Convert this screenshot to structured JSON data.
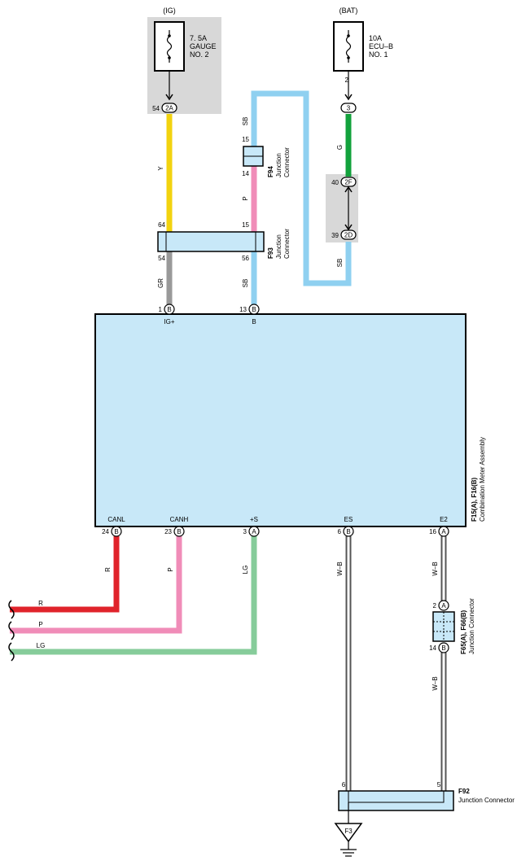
{
  "power_sources": {
    "ig": {
      "label": "(IG)",
      "fuse_line1": "7. 5A",
      "fuse_line2": "GAUGE",
      "fuse_line3": "NO. 2"
    },
    "bat": {
      "label": "(BAT)",
      "fuse_line1": "10A",
      "fuse_line2": "ECU–B",
      "fuse_line3": "NO. 1"
    }
  },
  "pins": {
    "ig_fuse_out_num": "54",
    "ig_fuse_out_id": "2A",
    "bat_fuse_pin": "2",
    "bat_out_id": "3",
    "jc_2f_num": "40",
    "jc_2f_id": "2F",
    "jc_2d_num": "39",
    "jc_2d_id": "2D",
    "f94_top": "15",
    "f94_bottom": "14",
    "f93_in_left": "64",
    "f93_in_right": "15",
    "f93_out_left": "54",
    "f93_out_right": "56",
    "meter_ig_num": "1",
    "meter_ig_id": "B",
    "meter_b_num": "13",
    "meter_b_id": "B",
    "canl_num": "24",
    "canl_id": "B",
    "canh_num": "23",
    "canh_id": "B",
    "s_num": "3",
    "s_id": "A",
    "es_num": "6",
    "es_id": "B",
    "e2_num": "16",
    "e2_id": "A",
    "f65_top_num": "2",
    "f65_top_id": "A",
    "f65_bot_num": "14",
    "f65_bot_id": "B",
    "f92_left": "6",
    "f92_right": "5"
  },
  "wires": {
    "sb_top": "SB",
    "g": "G",
    "sb_bat": "SB",
    "y": "Y",
    "p_mid": "P",
    "gr": "GR",
    "sb_low": "SB",
    "r": "R",
    "p_can": "P",
    "lg": "LG",
    "wb_es": "W–B",
    "wb_e2": "W–B",
    "wb_e2_low": "W–B",
    "left_r": "R",
    "left_p": "P",
    "left_lg": "LG"
  },
  "meter": {
    "ig_label": "IG+",
    "b_label": "B",
    "canl": "CANL",
    "canh": "CANH",
    "s": "+S",
    "es": "ES",
    "e2": "E2",
    "id": "F15(A), F16(B)",
    "name": "Combination Meter Assembly"
  },
  "connectors": {
    "f94_id": "F94",
    "f94_name1": "Junction",
    "f94_name2": "Connector",
    "f93_id": "F93",
    "f93_name1": "Junction",
    "f93_name2": "Connector",
    "f65_id": "F65(A), F66(B)",
    "f65_name": "Junction Connector",
    "f92_id": "F92",
    "f92_name": "Junction Connector"
  },
  "ground": {
    "id": "F3"
  },
  "colors": {
    "yellow": "#f2d30f",
    "sky_blue": "#8fd0f0",
    "green": "#12a23c",
    "pink": "#f08cb8",
    "gray": "#999999",
    "red": "#e0232b",
    "light_green": "#86cc9a",
    "box_fill": "#c8e8f8"
  }
}
